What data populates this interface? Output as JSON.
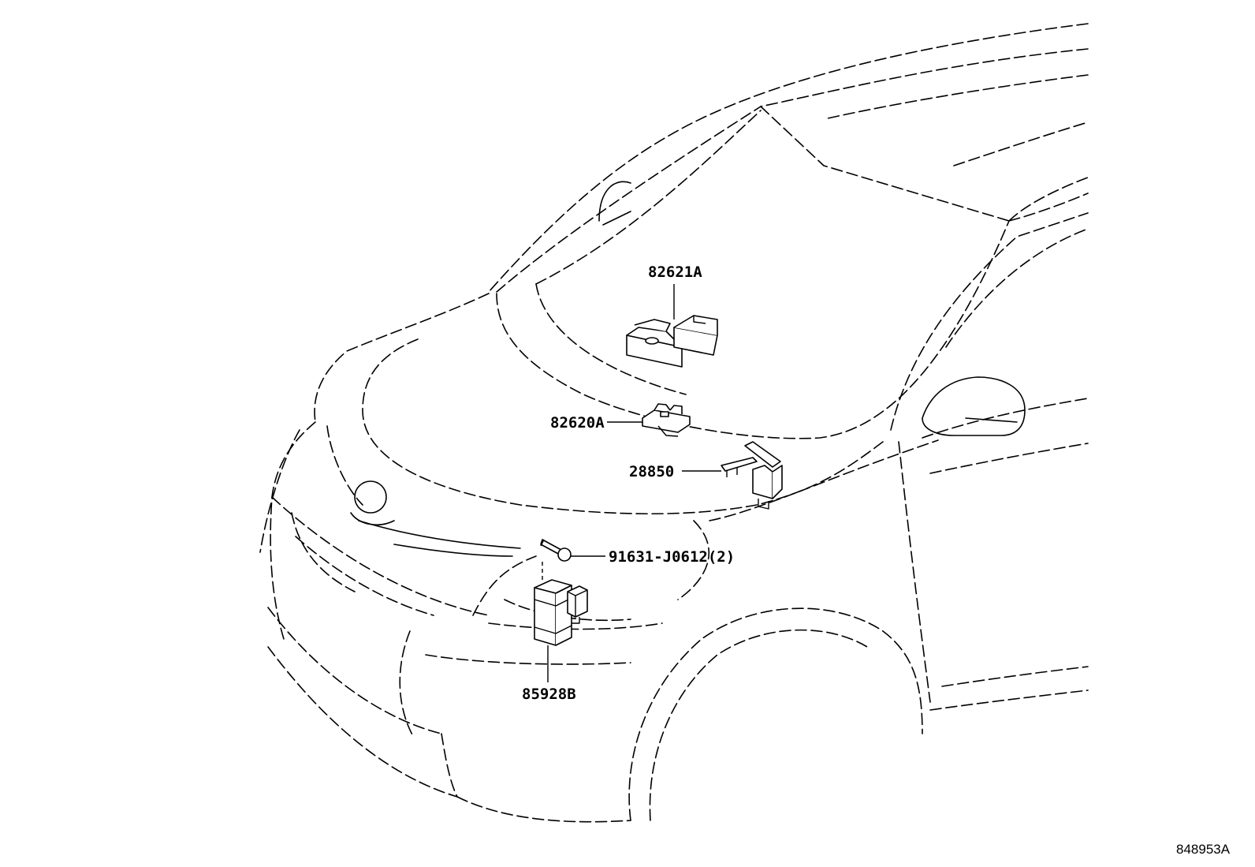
{
  "callouts": {
    "part_82621a": "82621A",
    "part_82620a": "82620A",
    "part_28850": "28850",
    "part_91631": "91631-J0612(2)",
    "part_85928b": "85928B"
  },
  "figure_code": "848953A"
}
